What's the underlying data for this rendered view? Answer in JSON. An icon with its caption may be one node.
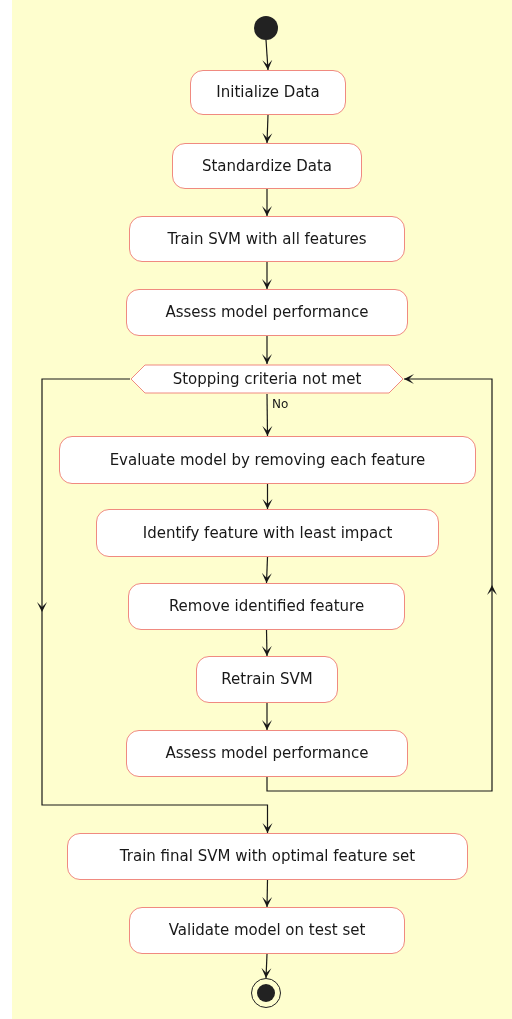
{
  "diagram": {
    "nodes": [
      {
        "text": [],
        "shape": "circle"
      },
      {
        "text": [
          "Initialize Data"
        ]
      },
      {
        "text": [
          "Standardize Data"
        ]
      },
      {
        "text": [
          "Train SVM with all features"
        ]
      },
      {
        "text": [
          "Assess model performance"
        ]
      },
      {
        "text": [
          "Stopping criteria not met"
        ]
      },
      {
        "text": [
          "Evaluate model by removing each feature"
        ]
      },
      {
        "text": [
          "Identify feature with least impact"
        ]
      },
      {
        "text": [
          "Remove identified feature"
        ]
      },
      {
        "text": [
          "Retrain SVM"
        ]
      },
      {
        "text": [
          "Assess model performance"
        ]
      },
      {
        "text": [
          "Train final SVM with optimal feature set"
        ]
      },
      {
        "text": [
          "Validate model on test set"
        ]
      },
      {
        "text": [],
        "shape": "bullseye"
      }
    ],
    "edges": [
      {
        "from": 0,
        "to": 1,
        "arrow": "to"
      },
      {
        "from": 1,
        "to": 2,
        "arrow": "to"
      },
      {
        "from": 2,
        "to": 3,
        "arrow": "to"
      },
      {
        "from": 3,
        "to": 4,
        "arrow": "to"
      },
      {
        "from": 4,
        "to": 5,
        "arrow": "to"
      },
      {
        "from": 5,
        "to": 6,
        "arrow": "to",
        "label": "No"
      },
      {
        "from": 6,
        "to": 7,
        "arrow": "to"
      },
      {
        "from": 7,
        "to": 8,
        "arrow": "to"
      },
      {
        "from": 8,
        "to": 9,
        "arrow": "to"
      },
      {
        "from": 9,
        "to": 10,
        "arrow": "to"
      },
      {
        "from": 10,
        "to": 5,
        "arrow": "to"
      },
      {
        "from": 5,
        "to": 11,
        "arrow": "to"
      },
      {
        "from": 11,
        "to": 12,
        "arrow": "to"
      },
      {
        "from": 12,
        "to": 13,
        "arrow": "to"
      }
    ]
  }
}
